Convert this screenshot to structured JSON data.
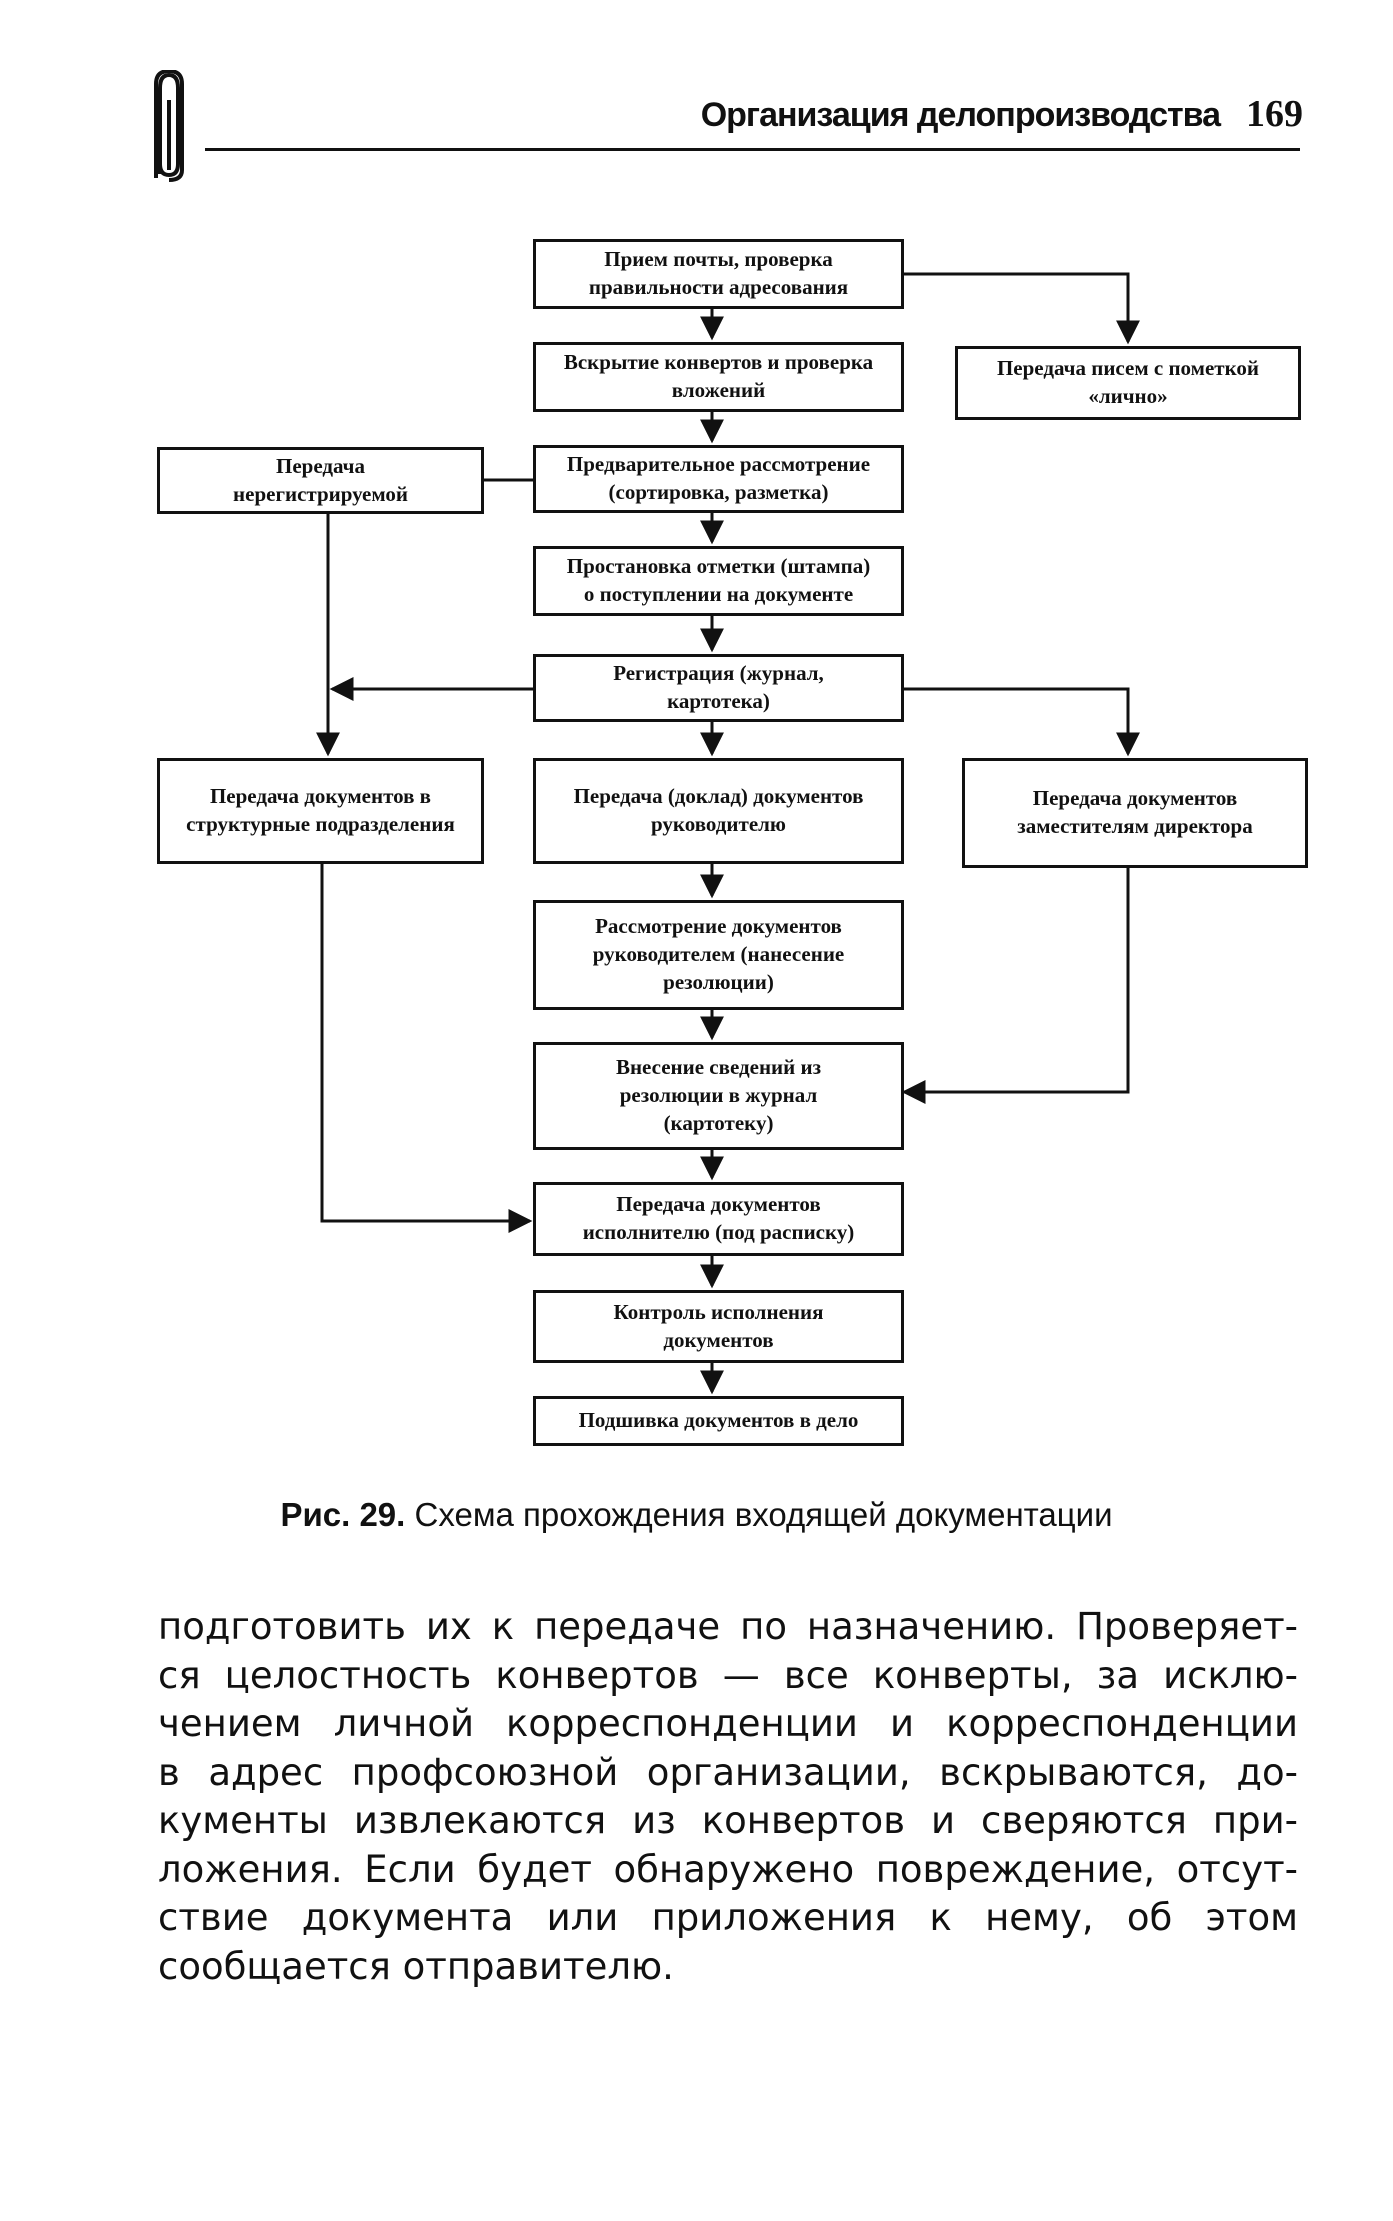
{
  "header": {
    "running_title": "Организация делопроизводства",
    "page_number": "169"
  },
  "diagram": {
    "boxes": {
      "b1": "Прием почты, проверка\nправильности адресования",
      "b2": "Вскрытие конвертов и проверка\nвложений",
      "b3": "Передача писем с пометкой\n«лично»",
      "b4": "Передача\nнерегистрируемой",
      "b5": "Предварительное рассмотрение\n(сортировка, разметка)",
      "b6": "Простановка отметки (штампа)\nо поступлении на документе",
      "b7": "Регистрация (журнал,\nкартотека)",
      "b8": "Передача документов в\nструктурные подразделения",
      "b9": "Передача (доклад) документов\nруководителю",
      "b10": "Передача документов\nзаместителям директора",
      "b11": "Рассмотрение документов\nруководителем (нанесение\nрезолюции)",
      "b12": "Внесение сведений из\nрезолюции в журнал\n(картотеку)",
      "b13": "Передача документов\nисполнителю (под расписку)",
      "b14": "Контроль исполнения\nдокументов",
      "b15": "Подшивка документов в дело"
    }
  },
  "caption": {
    "label": "Рис. 29.",
    "text": "Схема прохождения входящей документации"
  },
  "body": {
    "lines": [
      "подготовить их к передаче по назначению. Проверяет-",
      "ся целостность конвертов — все конверты, за исклю-",
      "чением личной корреспонденции и корреспонденции",
      "в адрес профсоюзной организации, вскрываются, до-",
      "кументы извлекаются из конвертов и сверяются при-",
      "ложения. Если будет обнаружено повреждение, отсут-",
      "ствие документа или приложения к нему, об этом",
      "сообщается отправителю."
    ]
  }
}
